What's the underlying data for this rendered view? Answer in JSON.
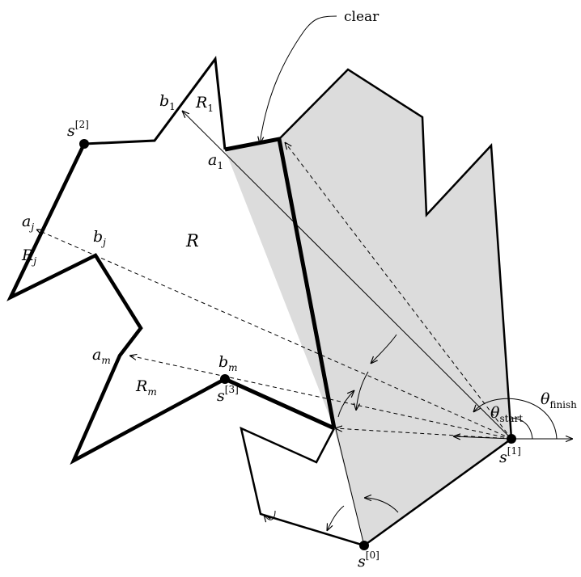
{
  "diagram": {
    "labels": {
      "clear": "clear",
      "R": "R",
      "R1": "R",
      "R1_sub": "1",
      "Rj": "R",
      "Rj_sub": "j",
      "Rm": "R",
      "Rm_sub": "m",
      "a1": "a",
      "a1_sub": "1",
      "b1": "b",
      "b1_sub": "1",
      "aj": "a",
      "aj_sub": "j",
      "bj": "b",
      "bj_sub": "j",
      "am": "a",
      "am_sub": "m",
      "bm": "b",
      "bm_sub": "m",
      "s0": "s",
      "s0_sup": "[0]",
      "s1": "s",
      "s1_sup": "[1]",
      "s2": "s",
      "s2_sup": "[2]",
      "s3": "s",
      "s3_sup": "[3]",
      "theta_start": "θ",
      "theta_start_sub": "start",
      "theta_finish": "θ",
      "theta_finish_sub": "finish"
    },
    "colors": {
      "shaded_region": "#dcdcdc",
      "stroke": "#000000"
    }
  }
}
